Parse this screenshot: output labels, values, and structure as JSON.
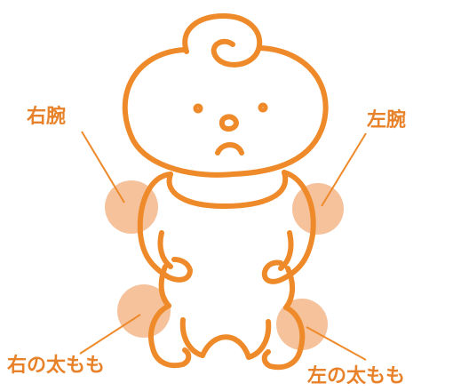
{
  "colors": {
    "outline": "#EE8A2A",
    "spot": "#F5C29C",
    "label": "#E8822A",
    "background": "#FFFFFF"
  },
  "figure": {
    "icon": "sad-baby-illustration"
  },
  "labels": {
    "right_arm": "右腕",
    "left_arm": "左腕",
    "right_thigh": "右の太もも",
    "left_thigh": "左の太もも"
  }
}
